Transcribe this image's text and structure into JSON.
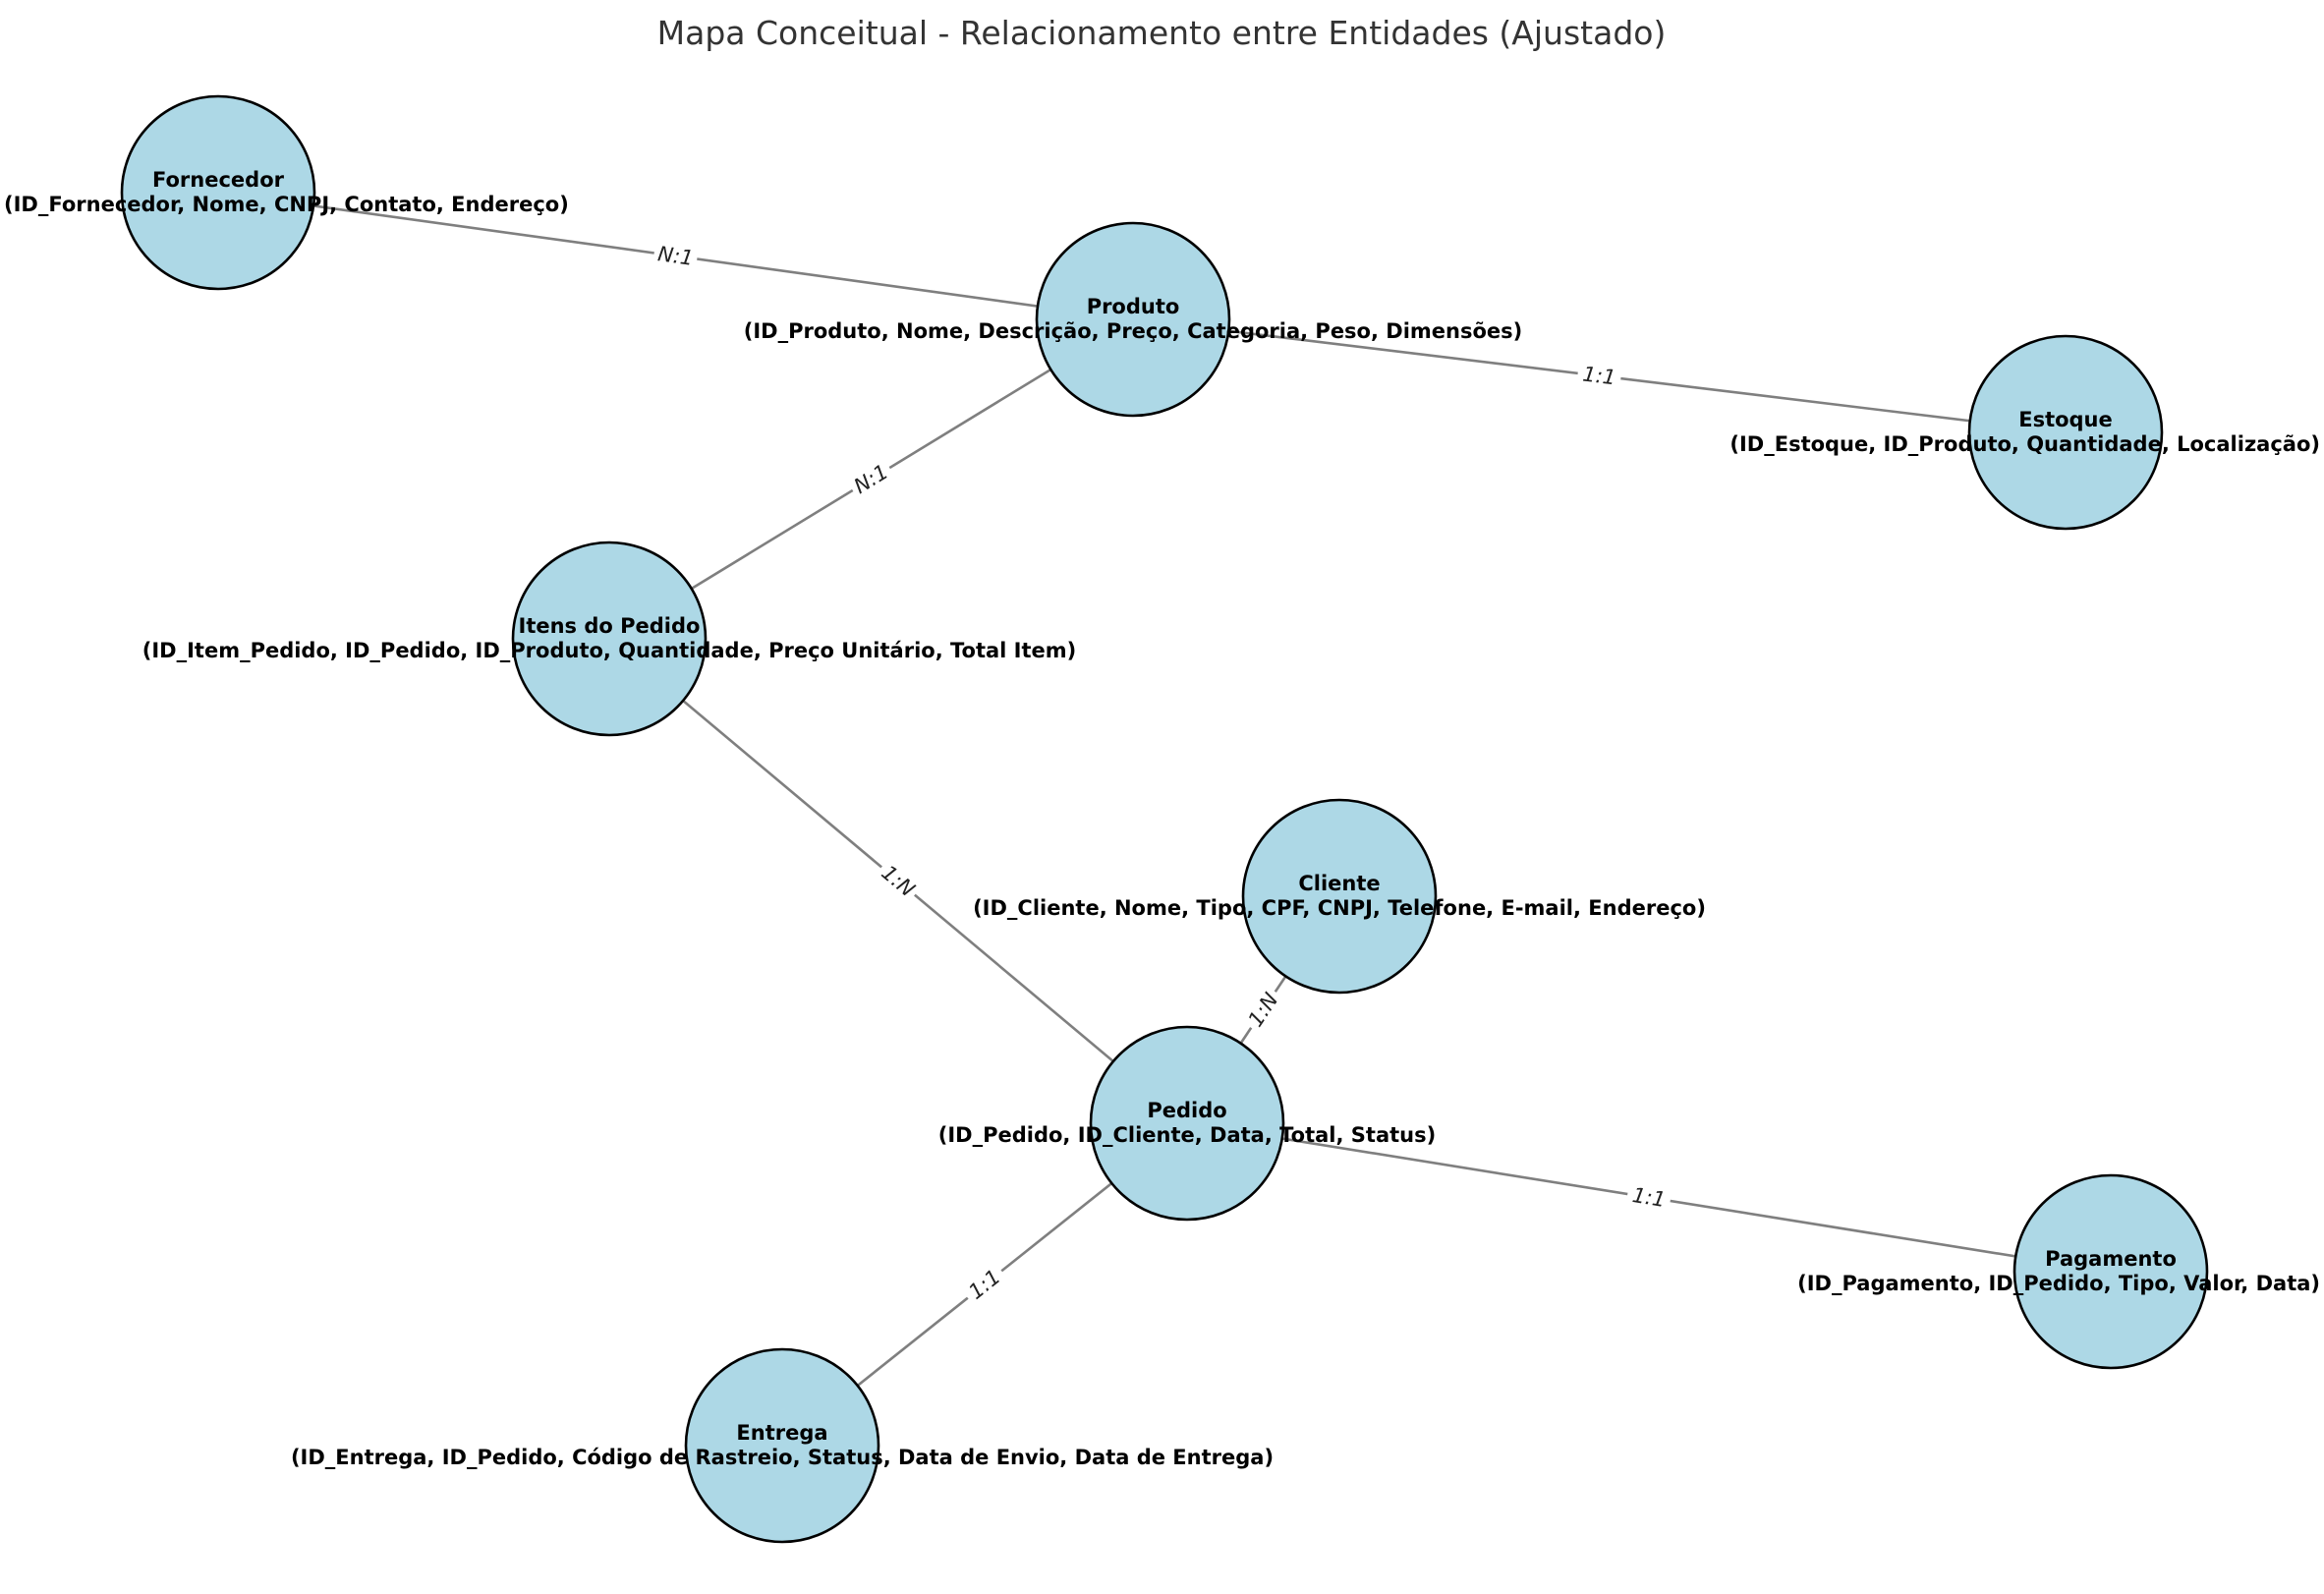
{
  "title": "Mapa Conceitual - Relacionamento entre Entidades (Ajustado)",
  "colors": {
    "node_fill": "#add8e6",
    "node_stroke": "#000000",
    "edge": "#7f7f7f"
  },
  "nodes": [
    {
      "id": "fornecedor",
      "name": "Fornecedor",
      "attrs": "(ID_Fornecedor, Nome, CNPJ, Contato, Endereço)"
    },
    {
      "id": "produto",
      "name": "Produto",
      "attrs": "(ID_Produto, Nome, Descrição, Preço, Categoria, Peso, Dimensões)"
    },
    {
      "id": "estoque",
      "name": "Estoque",
      "attrs": "(ID_Estoque, ID_Produto, Quantidade, Localização)"
    },
    {
      "id": "itens",
      "name": "Itens do Pedido",
      "attrs": "(ID_Item_Pedido, ID_Pedido, ID_Produto, Quantidade, Preço Unitário, Total Item)"
    },
    {
      "id": "cliente",
      "name": "Cliente",
      "attrs": "(ID_Cliente, Nome, Tipo, CPF, CNPJ, Telefone, E-mail, Endereço)"
    },
    {
      "id": "pedido",
      "name": "Pedido",
      "attrs": "(ID_Pedido, ID_Cliente, Data, Total, Status)"
    },
    {
      "id": "pagamento",
      "name": "Pagamento",
      "attrs": "(ID_Pagamento, ID_Pedido, Tipo, Valor, Data)"
    },
    {
      "id": "entrega",
      "name": "Entrega",
      "attrs": "(ID_Entrega, ID_Pedido, Código de Rastreio, Status, Data de Envio, Data de Entrega)"
    }
  ],
  "edges": [
    {
      "from": "fornecedor",
      "to": "produto",
      "label": "N:1"
    },
    {
      "from": "produto",
      "to": "estoque",
      "label": "1:1"
    },
    {
      "from": "itens",
      "to": "produto",
      "label": "N:1"
    },
    {
      "from": "itens",
      "to": "pedido",
      "label": "1:N"
    },
    {
      "from": "pedido",
      "to": "cliente",
      "label": "1:N"
    },
    {
      "from": "pedido",
      "to": "pagamento",
      "label": "1:1"
    },
    {
      "from": "pedido",
      "to": "entrega",
      "label": "1:1"
    }
  ]
}
